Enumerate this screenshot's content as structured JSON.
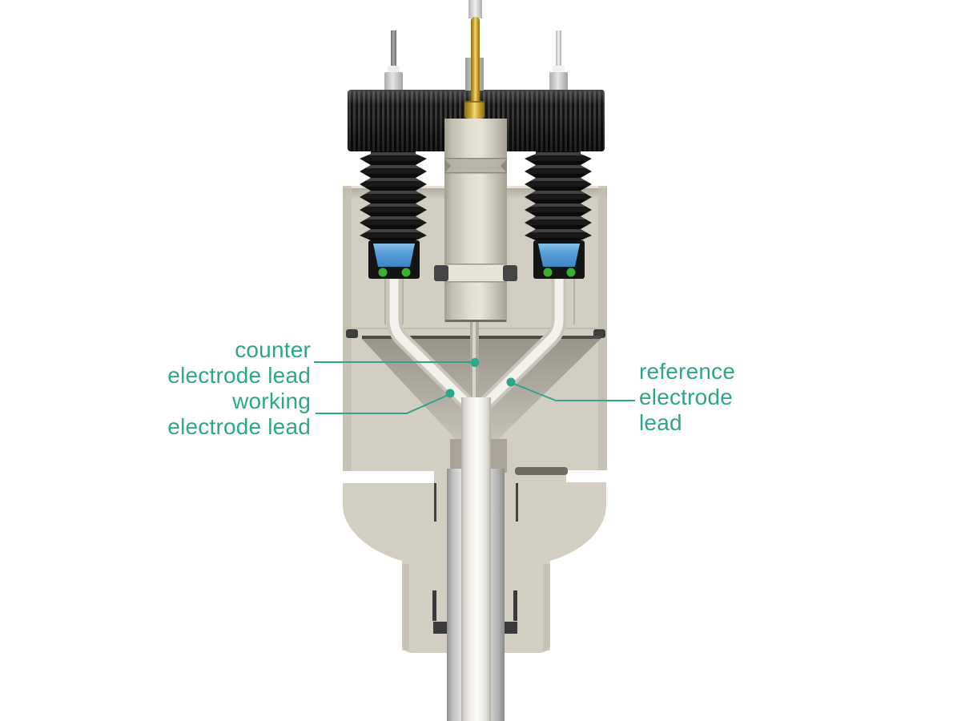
{
  "labels": {
    "counter": {
      "line1": "counter",
      "line2": "electrode lead"
    },
    "working": {
      "line1": "working",
      "line2": "electrode lead"
    },
    "reference": {
      "line1": "reference",
      "line2": "electrode",
      "line3": "lead"
    }
  },
  "colors": {
    "accent": "#2ca78c",
    "accent_dot": "#27ab8c",
    "body_beige": "#d2cec1",
    "cavity_shadow": "#9b978c",
    "fitting_black": "#161616",
    "ferrule_blue": "#55a1da",
    "oring_green": "#35b42c",
    "pin_gold": "#c9a232",
    "tube_white": "#f2f1ec",
    "glass_gray": "#d9d9d9",
    "background": "#ffffff"
  }
}
